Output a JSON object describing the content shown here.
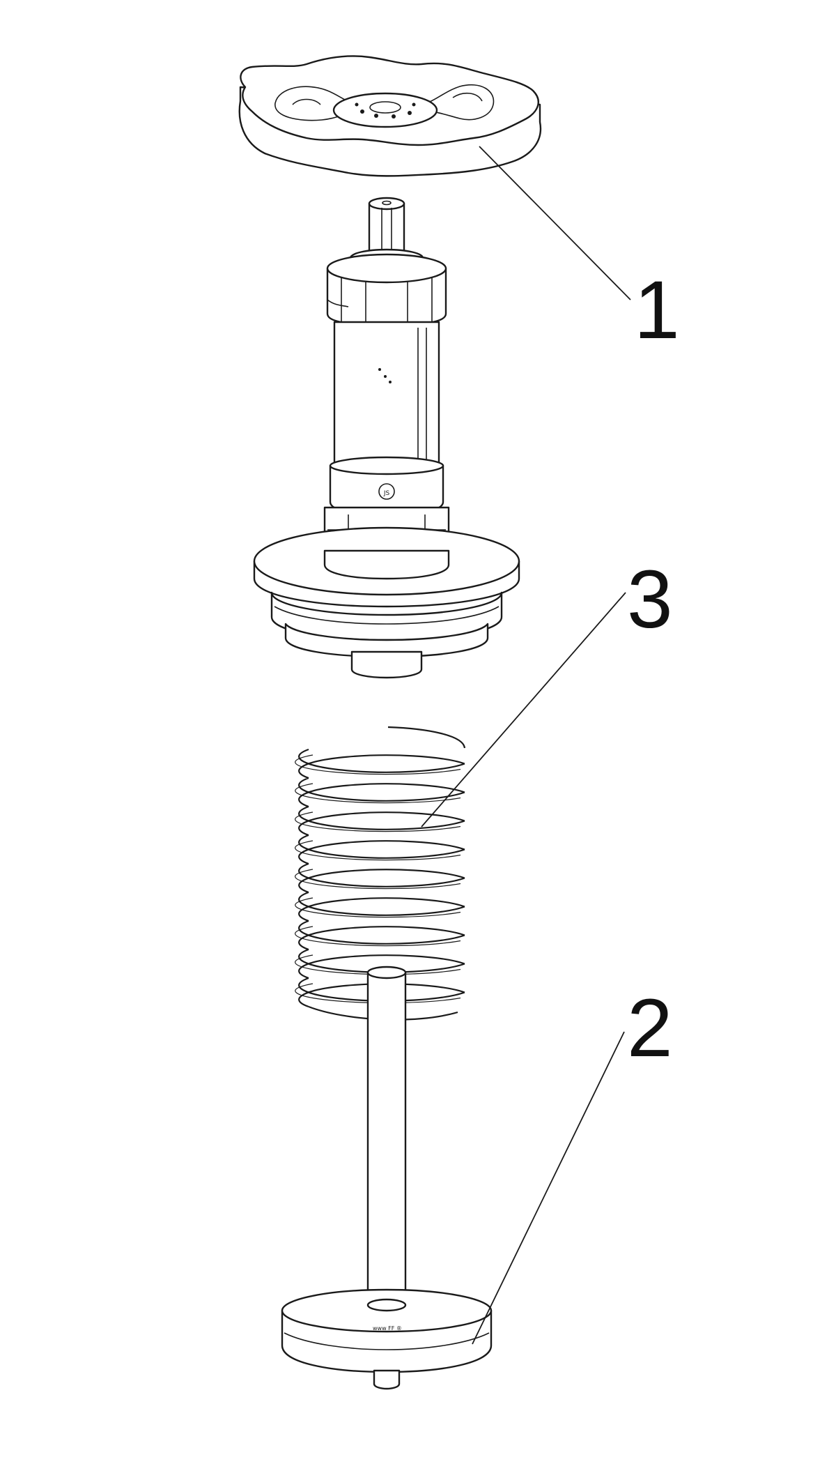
{
  "diagram": {
    "callouts": [
      {
        "id": "handwheel",
        "label": "1"
      },
      {
        "id": "spring",
        "label": "3"
      },
      {
        "id": "valve-disc",
        "label": "2"
      }
    ]
  },
  "colors": {
    "line": "#1a1a1a",
    "background": "#ffffff"
  }
}
